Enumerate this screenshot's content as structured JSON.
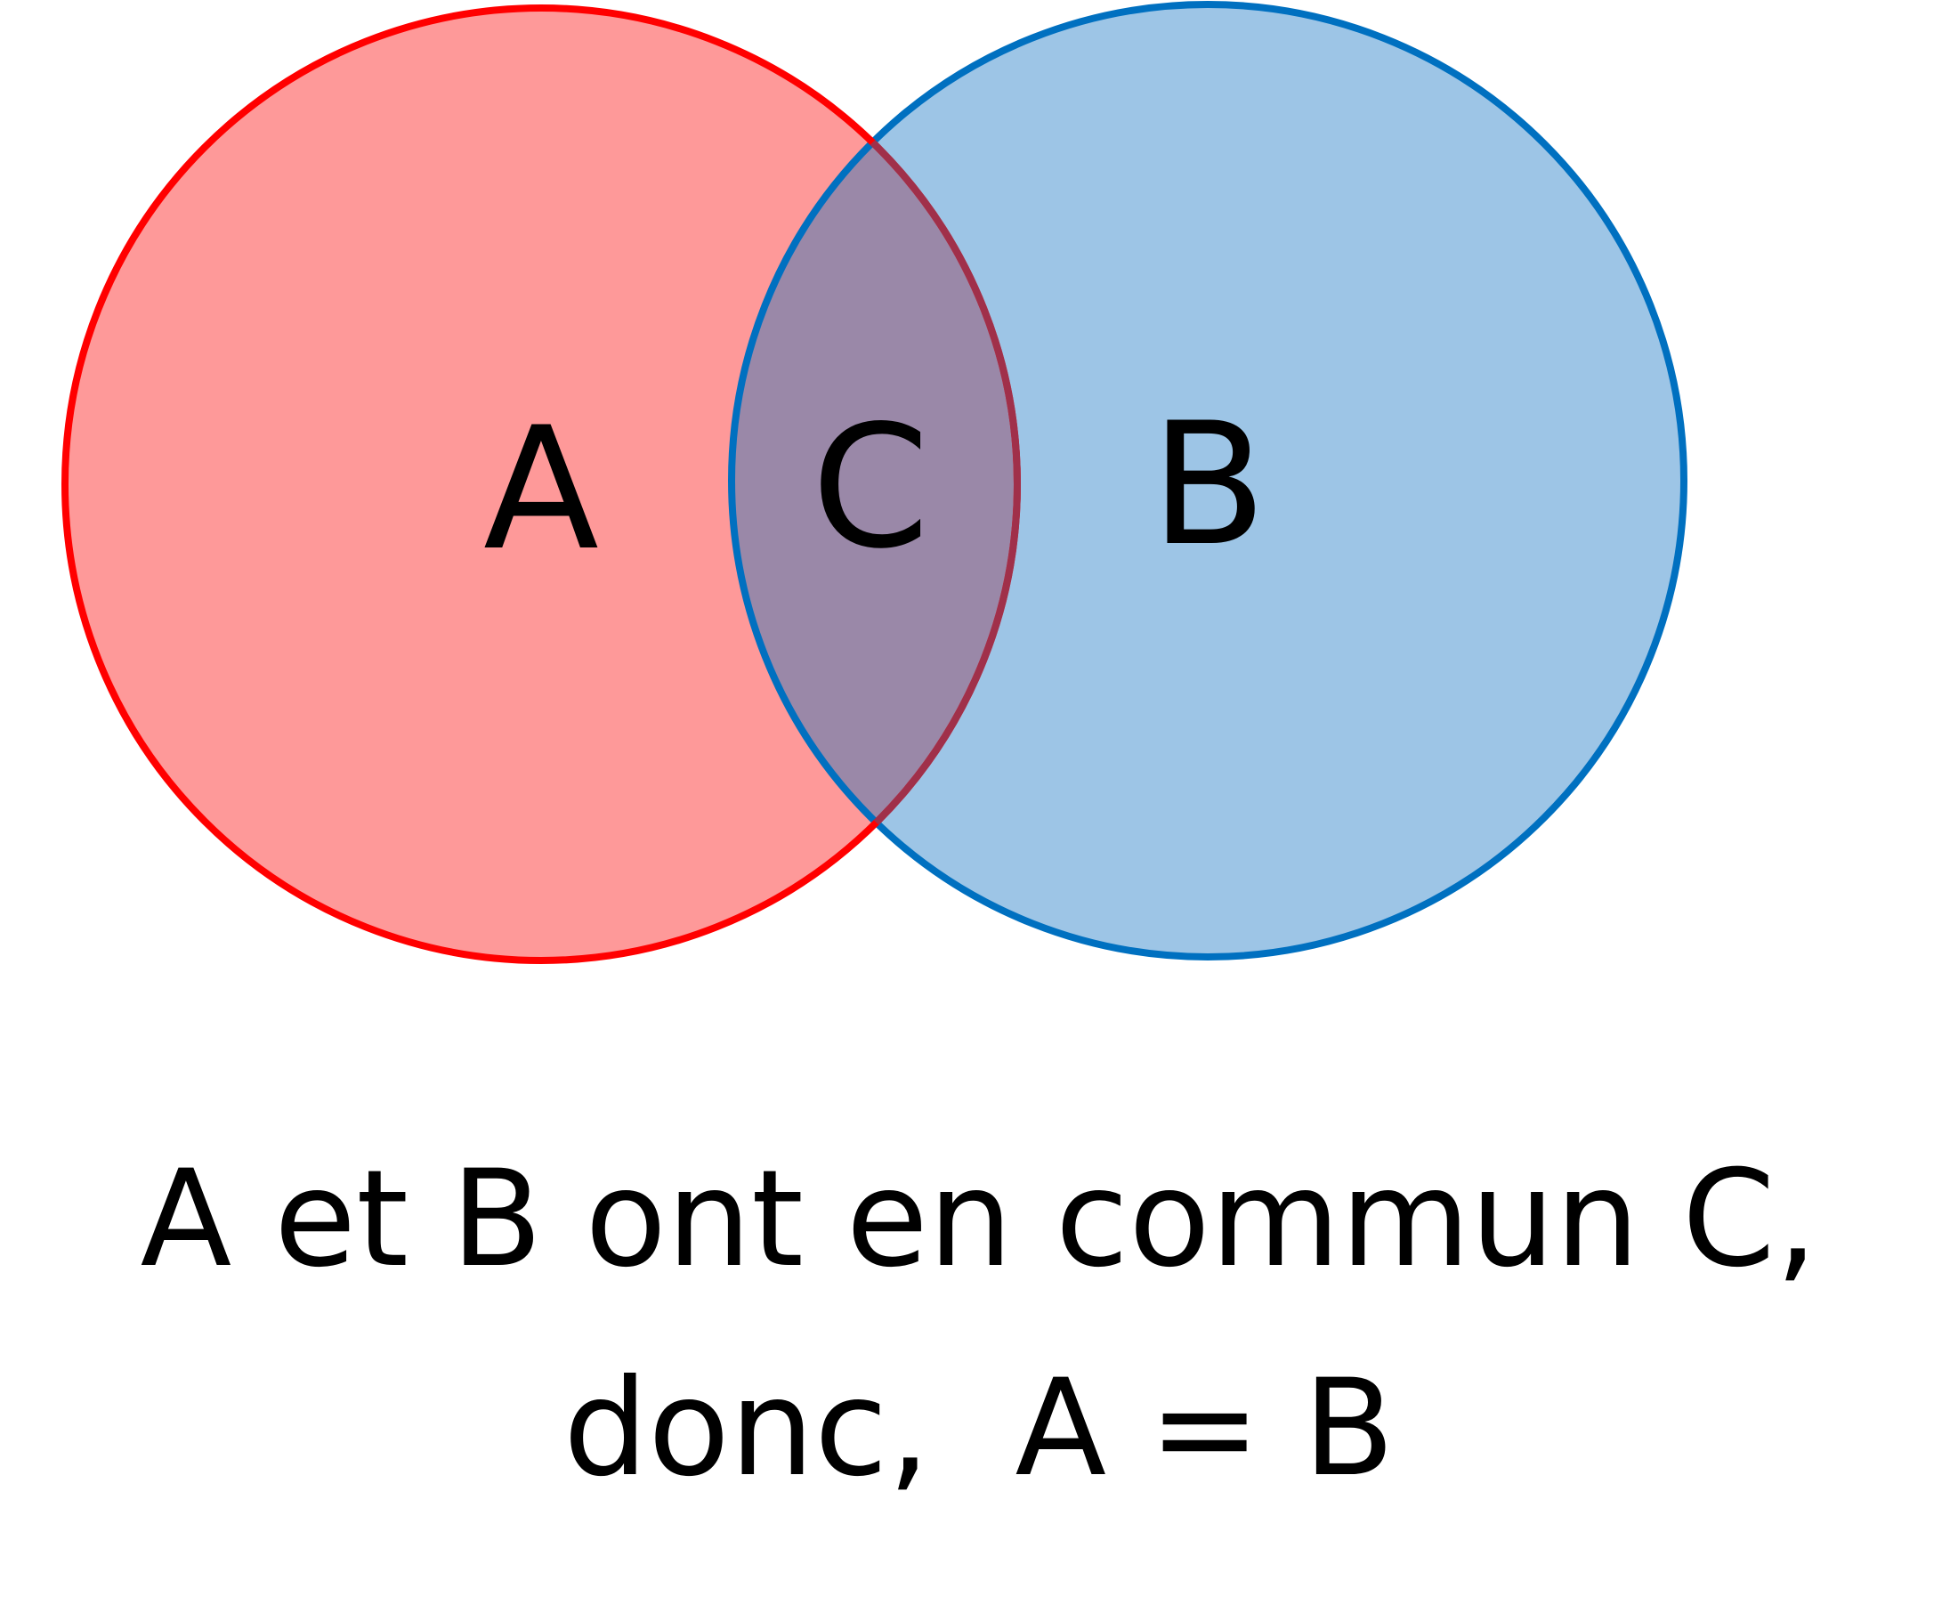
{
  "diagram": {
    "type": "venn",
    "sets": [
      {
        "label": "A",
        "fill": "#fe9999",
        "stroke": "#ff0000"
      },
      {
        "label": "B",
        "fill": "#9dc5e6",
        "stroke": "#0070c0"
      }
    ],
    "intersection": {
      "label": "C",
      "fill": "#9a88a8",
      "stroke": "#a0304a"
    },
    "caption_line1": "A et B ont en commun C,",
    "caption_line2": "donc,  A = B"
  }
}
